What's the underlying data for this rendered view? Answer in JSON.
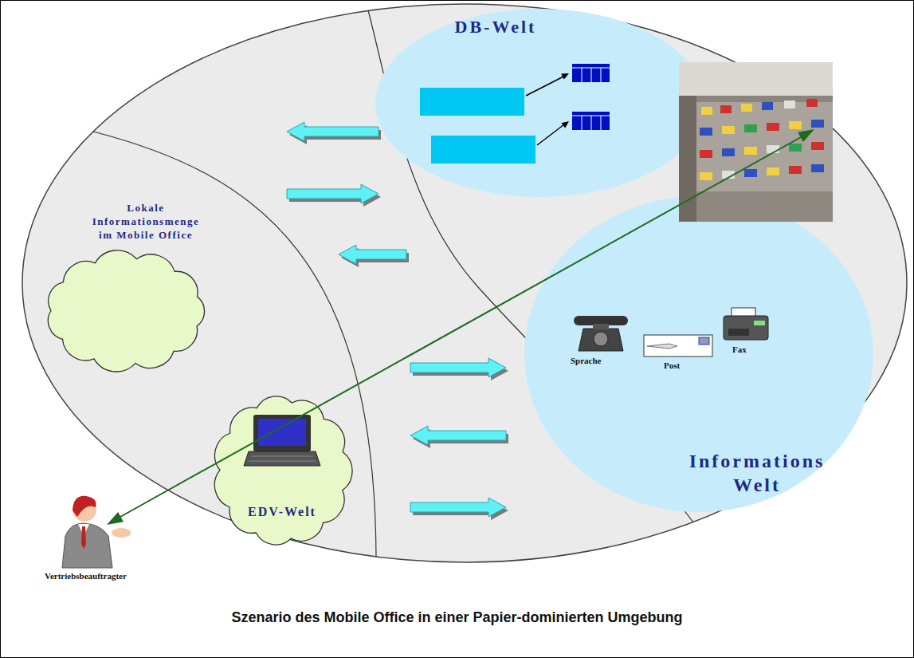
{
  "diagram": {
    "caption": "Szenario des Mobile Office in einer Papier-dominierten Umgebung",
    "nodes": [
      {
        "text": [
          "DB-Welt"
        ]
      },
      {
        "text": [
          "Lokale Informationsmenge im Mobile Office"
        ]
      },
      {
        "text": [
          "Informations Welt"
        ]
      },
      {
        "text": [
          "EDV-Welt"
        ]
      }
    ],
    "labels": [
      "Sprache",
      "Post",
      "Fax",
      "Vertriebsbeauftragter"
    ]
  }
}
